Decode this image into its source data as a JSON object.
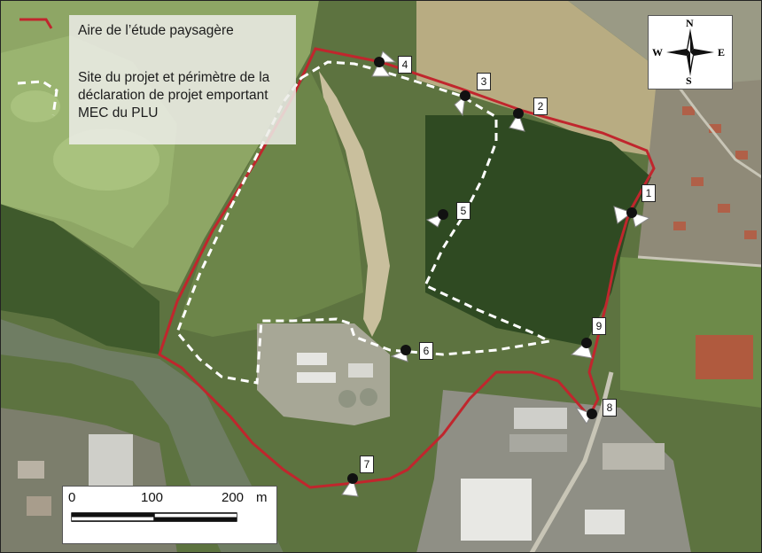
{
  "legend": {
    "study_area_label": "Aire de l’étude paysagère",
    "project_site_label": "Site du projet et périmètre de la déclaration de projet emportant MEC du PLU",
    "study_area_color": "#c0262d",
    "project_site_color": "#ffffff"
  },
  "compass": {
    "north": "N",
    "south": "S",
    "east": "E",
    "west": "W"
  },
  "scale": {
    "tick_0": "0",
    "tick_100": "100",
    "tick_200": "200",
    "unit": "m"
  },
  "viewpoints": [
    {
      "id": "1",
      "label": "1"
    },
    {
      "id": "2",
      "label": "2"
    },
    {
      "id": "3",
      "label": "3"
    },
    {
      "id": "4",
      "label": "4"
    },
    {
      "id": "5",
      "label": "5"
    },
    {
      "id": "6",
      "label": "6"
    },
    {
      "id": "7",
      "label": "7"
    },
    {
      "id": "8",
      "label": "8"
    },
    {
      "id": "9",
      "label": "9"
    }
  ]
}
